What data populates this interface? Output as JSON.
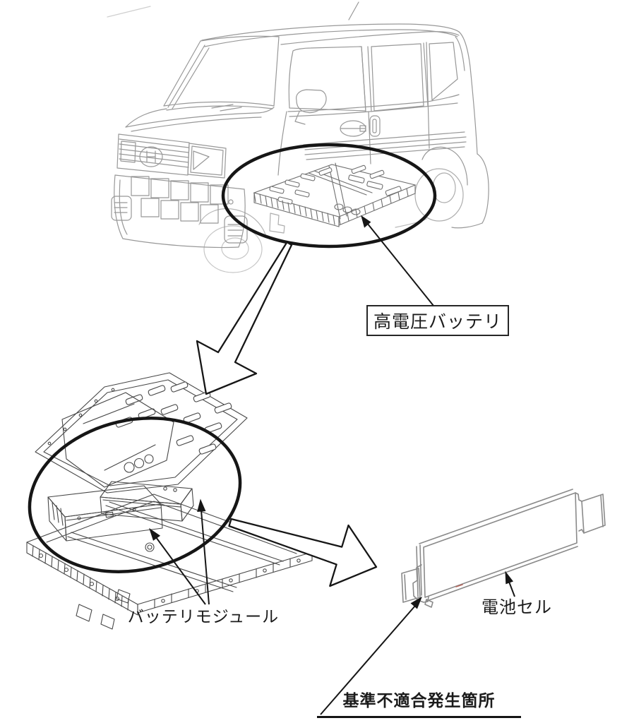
{
  "annotations": {
    "high_voltage_battery": {
      "text": "高電圧バッテリ",
      "style": "boxed"
    },
    "battery_module": {
      "text": "バッテリモジュール",
      "style": "plain"
    },
    "battery_cell": {
      "text": "電池セル",
      "style": "plain"
    },
    "nonconformity_location": {
      "text": "基準不適合発生箇所",
      "style": "bold-underline"
    }
  },
  "colors": {
    "background": "#ffffff",
    "vehicle_line_art": "#989898",
    "pack_line_art": "#6f6f6f",
    "exploded_line_art": "#474747",
    "cell_line_art": "#8a8a8a",
    "emphasis": "#161616"
  }
}
